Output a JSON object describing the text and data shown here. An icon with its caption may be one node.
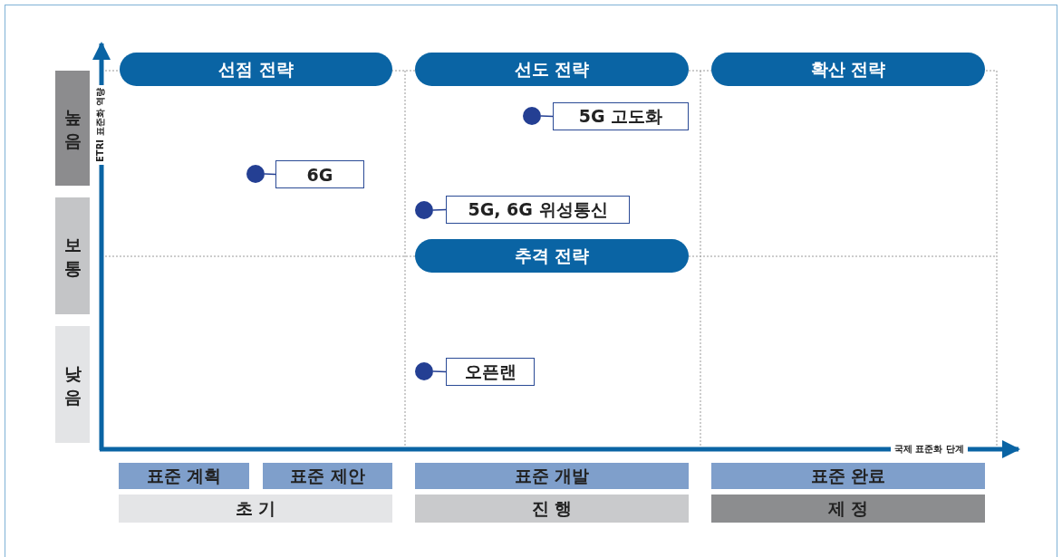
{
  "diagram": {
    "nodes": [
      {
        "text": [
          "선점 전략"
        ]
      },
      {
        "text": [
          "선도 전략"
        ]
      },
      {
        "text": [
          "확산 전략"
        ]
      },
      {
        "text": [
          "높음"
        ]
      },
      {
        "text": [
          "보통"
        ]
      },
      {
        "text": [
          "낮음"
        ]
      },
      {
        "text": [],
        "shape": "circle"
      },
      {
        "text": [
          "5G 고도화"
        ]
      },
      {
        "text": [],
        "shape": "circle"
      },
      {
        "text": [
          "6G"
        ]
      },
      {
        "text": [],
        "shape": "circle"
      },
      {
        "text": [
          "5G, 6G 위성통신"
        ]
      },
      {
        "text": [
          "추격 전략"
        ]
      },
      {
        "text": [],
        "shape": "circle"
      },
      {
        "text": [
          "오픈랜"
        ]
      },
      {
        "text": [
          "표준 계획"
        ]
      },
      {
        "text": [
          "표준 제안"
        ]
      },
      {
        "text": [
          "표준 개발"
        ]
      },
      {
        "text": [
          "표준 완료"
        ]
      },
      {
        "text": [
          "초 기"
        ]
      },
      {
        "text": [
          "진 행"
        ]
      },
      {
        "text": [
          "제 정"
        ]
      }
    ],
    "edges": [
      {
        "from": 6,
        "to": 7,
        "arrow": "none"
      },
      {
        "from": 8,
        "to": 9,
        "arrow": "none"
      },
      {
        "from": 10,
        "to": 11,
        "arrow": "none"
      },
      {
        "from": 13,
        "to": 14,
        "arrow": "none"
      }
    ],
    "labels": [
      "ETRI 표준화 역량",
      "국제 표준화 단계"
    ]
  }
}
